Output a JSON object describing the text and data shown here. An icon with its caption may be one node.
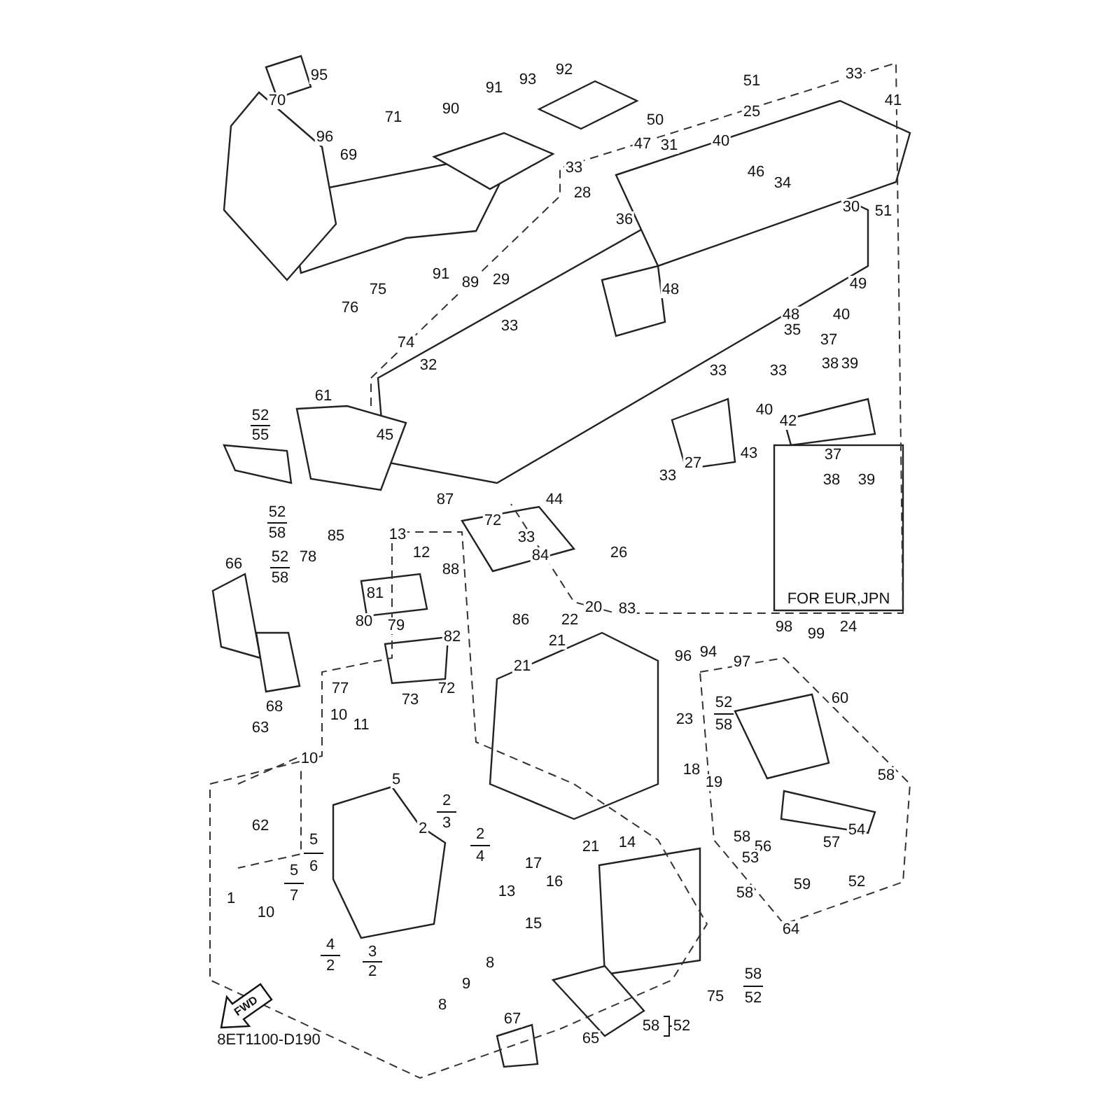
{
  "diagram": {
    "labels": [
      "95",
      "70",
      "91",
      "93",
      "92",
      "51",
      "33",
      "41",
      "90",
      "71",
      "96",
      "50",
      "25",
      "47",
      "31",
      "40",
      "69",
      "33",
      "46",
      "34",
      "28",
      "30",
      "51",
      "36",
      "75",
      "91",
      "89",
      "29",
      "48",
      "49",
      "76",
      "33",
      "74",
      "48",
      "40",
      "35",
      "37",
      "38",
      "39",
      "32",
      "33",
      "33",
      "52",
      "55",
      "61",
      "40",
      "42",
      "45",
      "43",
      "27",
      "37",
      "33",
      "38",
      "39",
      "87",
      "44",
      "52",
      "58",
      "72",
      "33",
      "85",
      "13",
      "26",
      "84",
      "12",
      "52",
      "58",
      "78",
      "66",
      "88",
      "81",
      "FOR EUR,JPN",
      "20",
      "83",
      "22",
      "86",
      "80",
      "79",
      "24",
      "98",
      "99",
      "82",
      "21",
      "96",
      "94",
      "97",
      "21",
      "77",
      "72",
      "73",
      "60",
      "52",
      "68",
      "10",
      "23",
      "58",
      "11",
      "63",
      "10",
      "18",
      "19",
      "58",
      "5",
      "2",
      "3",
      "62",
      "2",
      "54",
      "2",
      "58",
      "5",
      "57",
      "14",
      "21",
      "56",
      "4",
      "53",
      "17",
      "6",
      "5",
      "16",
      "59",
      "52",
      "13",
      "58",
      "7",
      "1",
      "10",
      "15",
      "64",
      "4",
      "3",
      "8",
      "2",
      "2",
      "58",
      "9",
      "75",
      "52",
      "8",
      "FWD",
      "67",
      "58",
      "52",
      "65",
      "8ET1100-D190"
    ]
  }
}
